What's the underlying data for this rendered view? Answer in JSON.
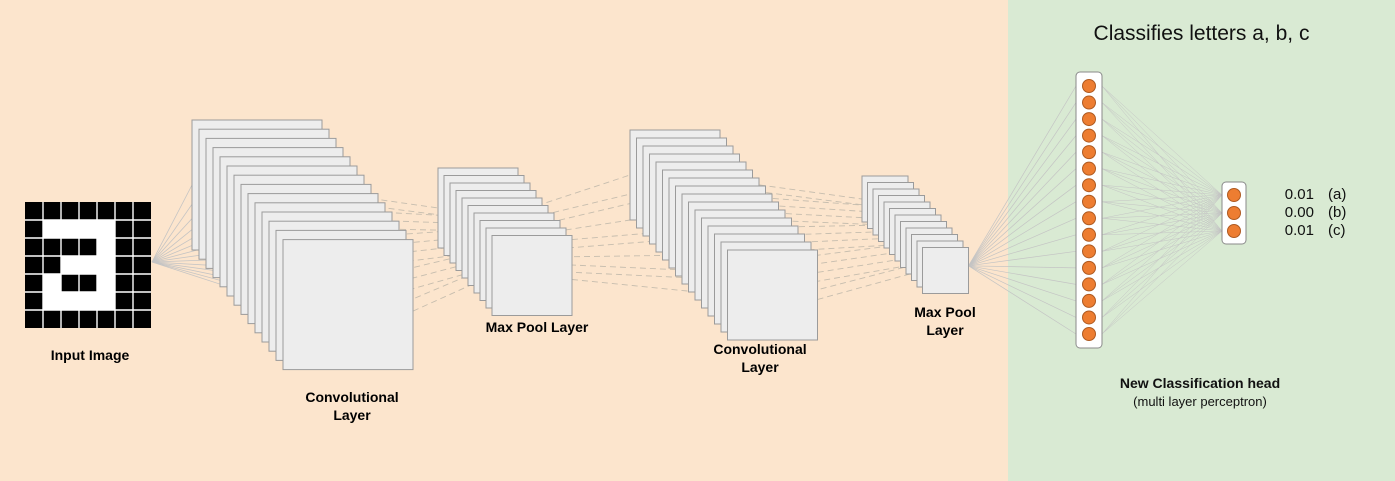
{
  "background": {
    "left_color": "#fce5cd",
    "right_color": "#d9ead3"
  },
  "title": "Classifies letters a, b, c",
  "input_image": {
    "label": "Input Image",
    "rows": 7,
    "cols": 7,
    "on_color": "#ffffff",
    "off_color": "#000000",
    "grid_line_color": "#ffffff",
    "pattern": [
      [
        0,
        0,
        0,
        0,
        0,
        0,
        0
      ],
      [
        0,
        1,
        1,
        1,
        1,
        0,
        0
      ],
      [
        0,
        0,
        0,
        0,
        1,
        0,
        0
      ],
      [
        0,
        0,
        1,
        1,
        1,
        0,
        0
      ],
      [
        0,
        1,
        0,
        0,
        1,
        0,
        0
      ],
      [
        0,
        1,
        1,
        1,
        1,
        0,
        0
      ],
      [
        0,
        0,
        0,
        0,
        0,
        0,
        0
      ]
    ]
  },
  "layers": {
    "conv1": {
      "label": "Convolutional Layer",
      "sheets": 14
    },
    "pool1": {
      "label": "Max Pool Layer",
      "sheets": 10
    },
    "conv2": {
      "label": "Convolutional Layer",
      "sheets": 16
    },
    "pool2": {
      "label": "Max Pool Layer",
      "sheets": 12
    }
  },
  "head": {
    "title": "New Classification head",
    "subtitle": "(multi layer perceptron)",
    "neurons": 16,
    "output_neurons": 3,
    "neuron_color": "#ed7d31",
    "neuron_border": "#ae5a21",
    "box_fill": "#ffffff",
    "box_border": "#8a8a8a",
    "outputs": [
      {
        "value": "0.01",
        "letter": "(a)"
      },
      {
        "value": "0.00",
        "letter": "(b)"
      },
      {
        "value": "0.01",
        "letter": "(c)"
      }
    ]
  },
  "style": {
    "sheet_fill": "#ededed",
    "sheet_border": "#9b9b9b",
    "solid_line_color": "#c4c4c4",
    "dashed_line_color": "#c6bdae"
  }
}
